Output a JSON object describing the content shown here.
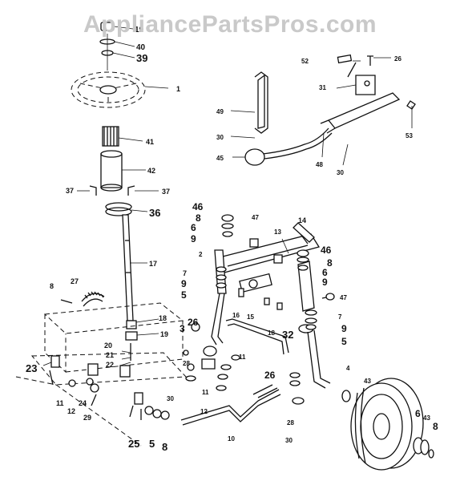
{
  "watermark": "AppliancePartsPros.com",
  "callouts": [
    {
      "id": "c-19",
      "text": "19"
    },
    {
      "id": "c-40",
      "text": "40"
    },
    {
      "id": "c-39",
      "text": "39"
    },
    {
      "id": "c-1",
      "text": "1"
    },
    {
      "id": "c-41",
      "text": "41"
    },
    {
      "id": "c-42",
      "text": "42"
    },
    {
      "id": "c-37a",
      "text": "37"
    },
    {
      "id": "c-37b",
      "text": "37"
    },
    {
      "id": "c-36",
      "text": "36"
    },
    {
      "id": "c-17",
      "text": "17"
    },
    {
      "id": "c-8a",
      "text": "8"
    },
    {
      "id": "c-27",
      "text": "27"
    },
    {
      "id": "c-18",
      "text": "18"
    },
    {
      "id": "c-19b",
      "text": "19"
    },
    {
      "id": "c-20",
      "text": "20"
    },
    {
      "id": "c-21",
      "text": "21"
    },
    {
      "id": "c-22",
      "text": "22"
    },
    {
      "id": "c-23",
      "text": "23"
    },
    {
      "id": "c-11a",
      "text": "11"
    },
    {
      "id": "c-12a",
      "text": "12"
    },
    {
      "id": "c-24",
      "text": "24"
    },
    {
      "id": "c-29",
      "text": "29"
    },
    {
      "id": "c-25",
      "text": "25"
    },
    {
      "id": "c-5a",
      "text": "5"
    },
    {
      "id": "c-8b",
      "text": "8"
    },
    {
      "id": "c-52",
      "text": "52"
    },
    {
      "id": "c-26a",
      "text": "26"
    },
    {
      "id": "c-31",
      "text": "31"
    },
    {
      "id": "c-49",
      "text": "49"
    },
    {
      "id": "c-53",
      "text": "53"
    },
    {
      "id": "c-30a",
      "text": "30"
    },
    {
      "id": "c-45",
      "text": "45"
    },
    {
      "id": "c-48",
      "text": "48"
    },
    {
      "id": "c-30b",
      "text": "30"
    },
    {
      "id": "c-46a",
      "text": "46"
    },
    {
      "id": "c-8c",
      "text": "8"
    },
    {
      "id": "c-6a",
      "text": "6"
    },
    {
      "id": "c-9a",
      "text": "9"
    },
    {
      "id": "c-47a",
      "text": "47"
    },
    {
      "id": "c-14",
      "text": "14"
    },
    {
      "id": "c-13",
      "text": "13"
    },
    {
      "id": "c-2",
      "text": "2"
    },
    {
      "id": "c-46b",
      "text": "46"
    },
    {
      "id": "c-8d",
      "text": "8"
    },
    {
      "id": "c-6b",
      "text": "6"
    },
    {
      "id": "c-9b",
      "text": "9"
    },
    {
      "id": "c-7a",
      "text": "7"
    },
    {
      "id": "c-9c",
      "text": "9"
    },
    {
      "id": "c-5b",
      "text": "5"
    },
    {
      "id": "c-16",
      "text": "16"
    },
    {
      "id": "c-15",
      "text": "15"
    },
    {
      "id": "c-47b",
      "text": "47"
    },
    {
      "id": "c-3",
      "text": "3"
    },
    {
      "id": "c-26b",
      "text": "26"
    },
    {
      "id": "c-18b",
      "text": "18"
    },
    {
      "id": "c-32",
      "text": "32"
    },
    {
      "id": "c-7b",
      "text": "7"
    },
    {
      "id": "c-9d",
      "text": "9"
    },
    {
      "id": "c-5c",
      "text": "5"
    },
    {
      "id": "c-11b",
      "text": "11"
    },
    {
      "id": "c-28a",
      "text": "28"
    },
    {
      "id": "c-26c",
      "text": "26"
    },
    {
      "id": "c-4",
      "text": "4"
    },
    {
      "id": "c-30c",
      "text": "30"
    },
    {
      "id": "c-11c",
      "text": "11"
    },
    {
      "id": "c-12b",
      "text": "12"
    },
    {
      "id": "c-43a",
      "text": "43"
    },
    {
      "id": "c-28b",
      "text": "28"
    },
    {
      "id": "c-30d",
      "text": "30"
    },
    {
      "id": "c-10",
      "text": "10"
    },
    {
      "id": "c-6c",
      "text": "6"
    },
    {
      "id": "c-43b",
      "text": "43"
    },
    {
      "id": "c-8e",
      "text": "8"
    }
  ]
}
